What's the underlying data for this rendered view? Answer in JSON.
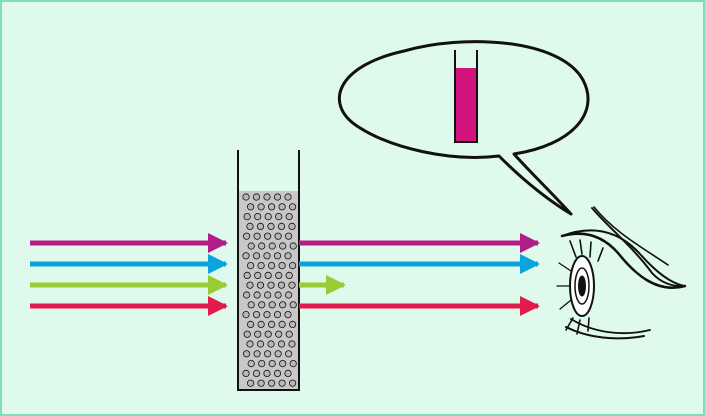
{
  "colors": {
    "panel_background": "#dffaec",
    "panel_border": "#7fdcc0",
    "outline": "#111111",
    "liquid_in_thought_tube": "#d3147f",
    "suspension_fill": "#c8c8c8",
    "particle_fill": "#b8b8b8"
  },
  "diagram": {
    "incoming_beams": [
      {
        "color": "#b31d87",
        "color_name": "purple"
      },
      {
        "color": "#0aa3db",
        "color_name": "blue"
      },
      {
        "color": "#99cc33",
        "color_name": "green"
      },
      {
        "color": "#e31a4c",
        "color_name": "red"
      }
    ],
    "transmitted_beams": [
      {
        "color": "#b31d87",
        "color_name": "purple",
        "strength": "full"
      },
      {
        "color": "#0aa3db",
        "color_name": "blue",
        "strength": "full"
      },
      {
        "color": "#99cc33",
        "color_name": "green",
        "strength": "weakened"
      },
      {
        "color": "#e31a4c",
        "color_name": "red",
        "strength": "full"
      }
    ],
    "thought_bubble": {
      "content": "test-tube-with-magenta-liquid"
    },
    "observer": "eye-icon"
  }
}
